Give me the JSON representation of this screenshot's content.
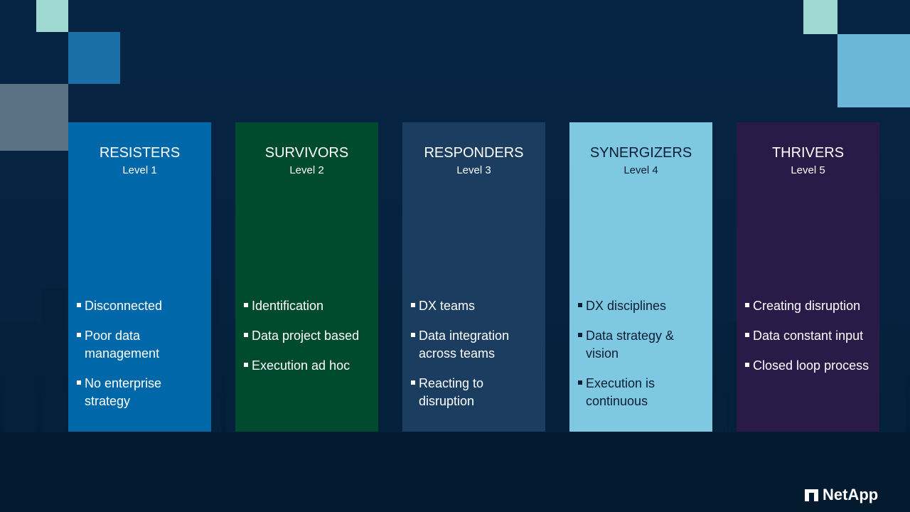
{
  "colors": {
    "resisters": "#0068a8",
    "survivors": "#004a30",
    "responders": "#1b3d60",
    "synergizers": "#7fc8e2",
    "thrivers": "#2a1a48"
  },
  "columns": [
    {
      "title": "RESISTERS",
      "level": "Level 1",
      "items": [
        "Disconnected",
        "Poor data management",
        "No enterprise strategy"
      ]
    },
    {
      "title": "SURVIVORS",
      "level": "Level 2",
      "items": [
        "Identification",
        "Data project based",
        "Execution ad hoc"
      ]
    },
    {
      "title": "RESPONDERS",
      "level": "Level 3",
      "items": [
        "DX teams",
        "Data integration across teams",
        "Reacting to disruption"
      ]
    },
    {
      "title": "SYNERGIZERS",
      "level": "Level 4",
      "items": [
        "DX disciplines",
        "Data strategy & vision",
        "Execution is continuous"
      ]
    },
    {
      "title": "THRIVERS",
      "level": "Level 5",
      "items": [
        "Creating disruption",
        "Data constant input",
        "Closed loop process"
      ]
    }
  ],
  "logo": {
    "text": "NetApp"
  }
}
